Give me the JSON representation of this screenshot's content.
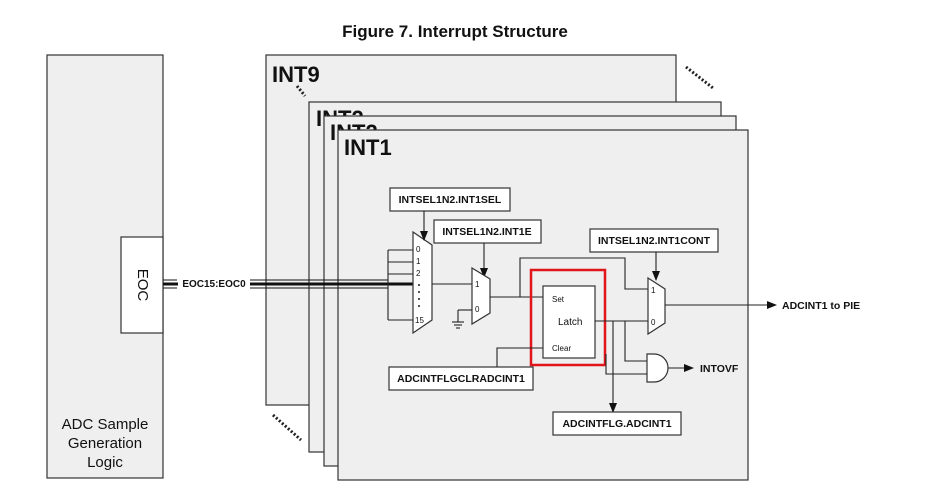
{
  "figure_title": "Figure 7. Interrupt Structure",
  "adc_block": {
    "label": "ADC Sample\nGeneration\nLogic",
    "eoc_label": "EOC"
  },
  "bus_label": "EOC15:EOC0",
  "layers": {
    "back": "INT9",
    "mid1": "INT2",
    "mid2": "INT2",
    "front": "INT1"
  },
  "mux_inputs": {
    "top": "0",
    "second": "1",
    "third": "2",
    "bottom": "15"
  },
  "registers": {
    "sel": "INTSEL1N2.INT1SEL",
    "enable": "INTSEL1N2.INT1E",
    "cont": "INTSEL1N2.INT1CONT",
    "clear": "ADCINTFLGCLRADCINT1",
    "flag": "ADCINTFLG.ADCINT1"
  },
  "enable_mux": {
    "in1": "1",
    "in0": "0"
  },
  "cont_mux": {
    "in1": "1",
    "in0": "0"
  },
  "latch": {
    "name": "Latch",
    "set": "Set",
    "clear": "Clear"
  },
  "outputs": {
    "pie": "ADCINT1 to PIE",
    "ovf": "INTOVF"
  },
  "colors": {
    "highlight": "#e0161c",
    "panel": "#efefef",
    "line": "#222222"
  }
}
